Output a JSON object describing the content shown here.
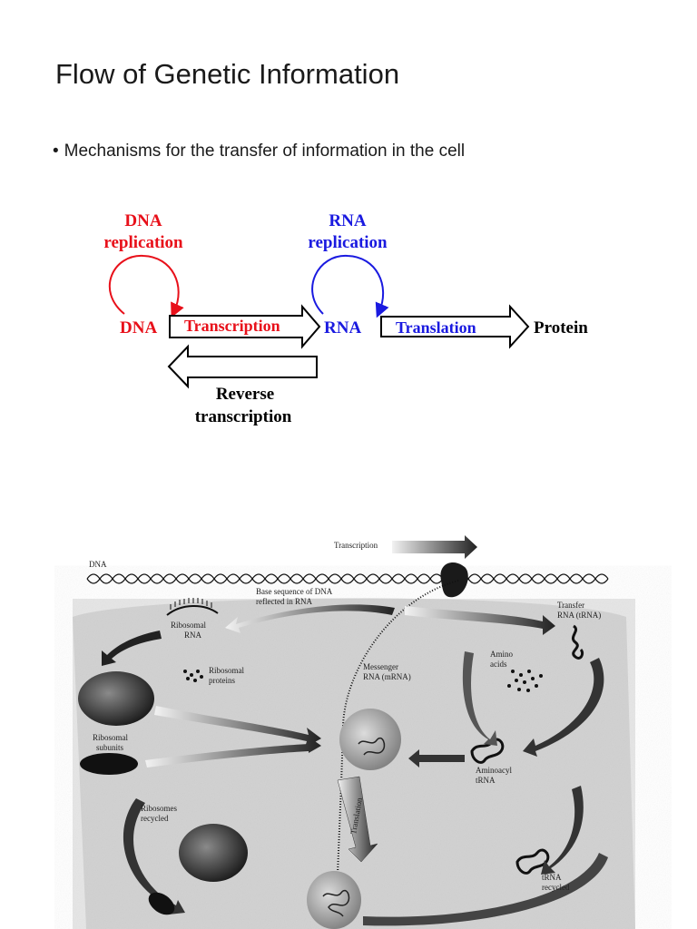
{
  "slide": {
    "title": "Flow of Genetic Information",
    "bullet": "Mechanisms for the transfer of information in the cell"
  },
  "flow": {
    "dna_replication_line1": "DNA",
    "dna_replication_line2": "replication",
    "rna_replication_line1": "RNA",
    "rna_replication_line2": "replication",
    "dna": "DNA",
    "transcription": "Transcription",
    "rna": "RNA",
    "translation": "Translation",
    "protein": "Protein",
    "reverse_line1": "Reverse",
    "reverse_line2": "transcription"
  },
  "colors": {
    "dna": "#e8101a",
    "rna": "#1a1ae0",
    "black": "#000000"
  },
  "figure": {
    "transcription": "Transcription",
    "dna": "DNA",
    "base_seq_line1": "Base sequence of DNA",
    "base_seq_line2": "reflected in RNA",
    "transfer_line1": "Transfer",
    "transfer_line2": "RNA (tRNA)",
    "ribosomal_rna_line1": "Ribosomal",
    "ribosomal_rna_line2": "RNA",
    "ribosomal_proteins_line1": "Ribosomal",
    "ribosomal_proteins_line2": "proteins",
    "messenger_line1": "Messenger",
    "messenger_line2": "RNA (mRNA)",
    "amino_line1": "Amino",
    "amino_line2": "acids",
    "subunits_line1": "Ribosomal",
    "subunits_line2": "subunits",
    "aminoacyl_line1": "Aminoacyl",
    "aminoacyl_line2": "tRNA",
    "recycled_line1": "Ribosomes",
    "recycled_line2": "recycled",
    "translation": "Translation",
    "trna_recycled_line1": "tRNA",
    "trna_recycled_line2": "recycled"
  }
}
